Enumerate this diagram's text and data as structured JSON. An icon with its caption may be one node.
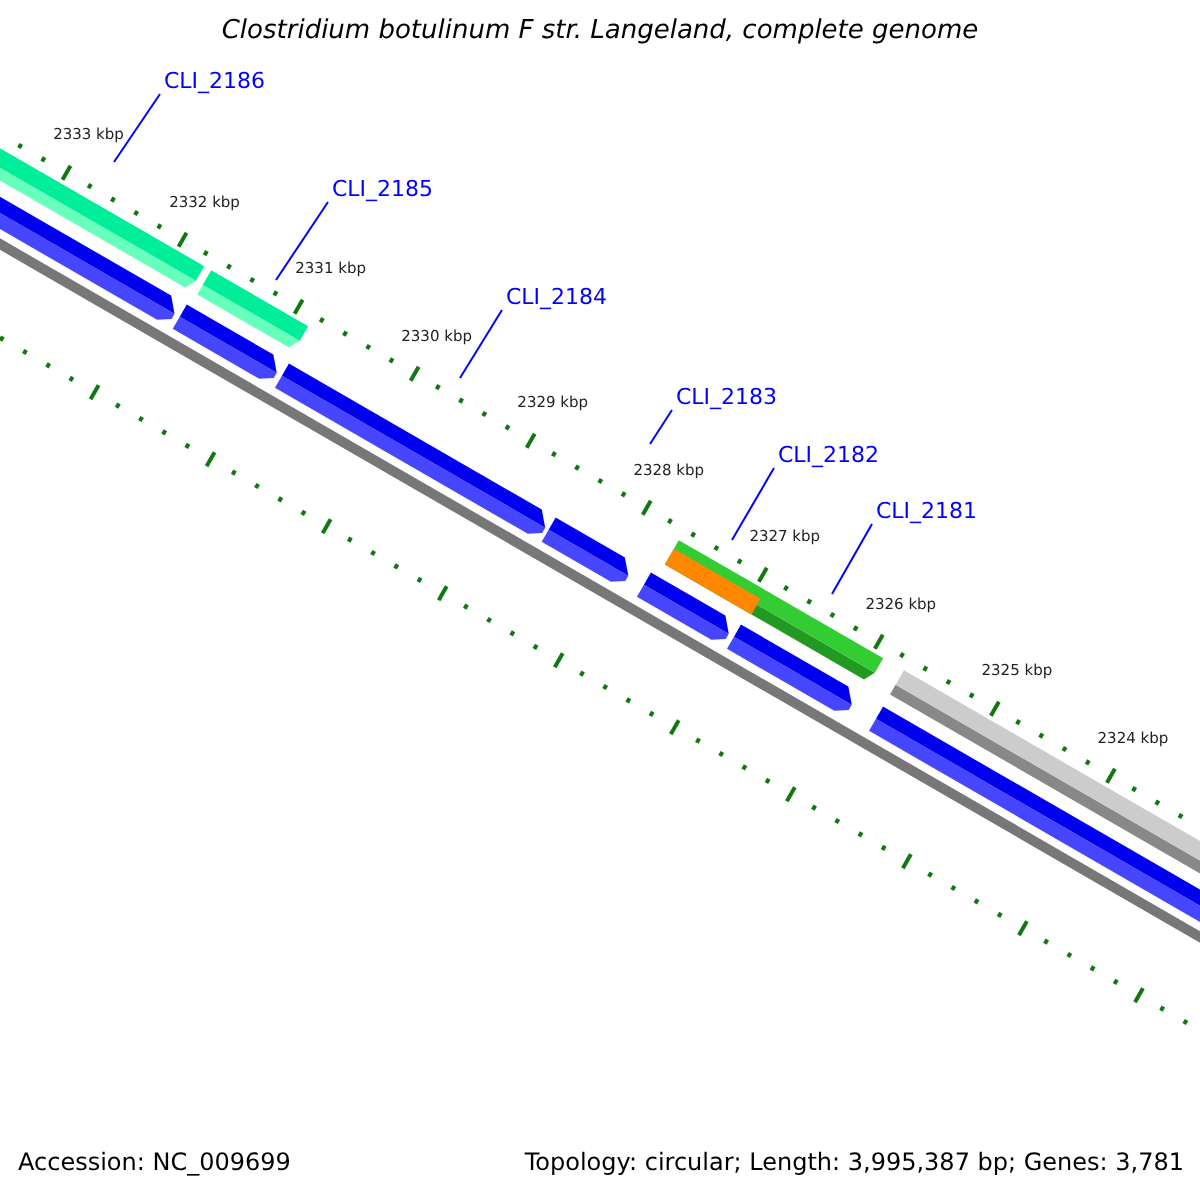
{
  "diagram": {
    "title": "Clostridium botulinum F str. Langeland, complete genome",
    "nodes": [
      {
        "text": [
          "CLI_2186"
        ]
      },
      {
        "text": [
          "CLI_2185"
        ]
      },
      {
        "text": [
          "CLI_2184"
        ]
      },
      {
        "text": [
          "CLI_2183"
        ]
      },
      {
        "text": [
          "CLI_2182"
        ]
      },
      {
        "text": [
          "CLI_2181"
        ]
      }
    ],
    "edges": [
      {
        "from": 0,
        "to": null,
        "arrow": "none"
      },
      {
        "from": 1,
        "to": null,
        "arrow": "none"
      },
      {
        "from": 2,
        "to": null,
        "arrow": "none"
      },
      {
        "from": 3,
        "to": null,
        "arrow": "none"
      },
      {
        "from": 4,
        "to": null,
        "arrow": "none"
      },
      {
        "from": 5,
        "to": null,
        "arrow": "none"
      }
    ],
    "labels": [
      "2333 kbp",
      "2332 kbp",
      "2331 kbp",
      "2330 kbp",
      "2329 kbp",
      "2328 kbp",
      "2327 kbp",
      "2326 kbp",
      "2325 kbp",
      "2324 kbp",
      "Accession: NC_009699",
      "Topology: circular; Length: 3,995,387 bp; Genes: 3,781"
    ]
  }
}
